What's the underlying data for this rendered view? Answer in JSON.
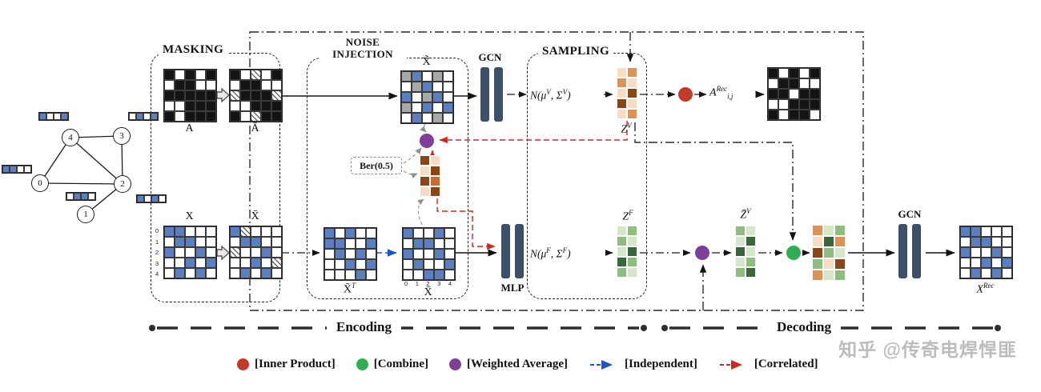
{
  "colors": {
    "accent_blue_arrow": "#1a56c4",
    "accent_red_arrow": "#cc2a1e",
    "circle_inner_product": "#c23a28",
    "circle_combine": "#2fae55",
    "circle_weighted_avg": "#7d3f98",
    "bar_block": "#3c5068",
    "watermark": "#bcbcbc"
  },
  "cell_colors": {
    "k": "#141414",
    "w": "#ffffff",
    "u": "#5b7fbf",
    "g": "#a8a8a8",
    "o1": "#f6dcc2",
    "o2": "#dd9356",
    "o3": "#8a4715",
    "o4": "#c96b2e",
    "g1": "#d5e7c9",
    "g2": "#8fbc7f",
    "g3": "#39663a"
  },
  "stages": {
    "masking": "MASKING",
    "noise_injection_line1": "NOISE",
    "noise_injection_line2": "INJECTION",
    "sampling": "SAMPLING"
  },
  "blocks": {
    "gcn_encoder": "GCN",
    "mlp": "MLP",
    "gcn_decoder": "GCN"
  },
  "labels": {
    "A": "A",
    "A_masked": "Ā",
    "X": "X",
    "X_masked": "X̄",
    "X_noised": "X̃",
    "X_masked_T": "X̄^{T}",
    "X_masked_2": "X̄",
    "ber": "Ber(0.5)",
    "dist_v": "N(μ^{V}, Σ^{V})",
    "dist_f": "N(μ^{F}, Σ^{F})",
    "Z_v": "Z^{V}",
    "Z_f": "Z^{F}",
    "Z_v_bar": "Z̄^{V}",
    "A_rec": "A^{Rec}_{i,j}",
    "X_rec": "X^{Rec}"
  },
  "axis": {
    "rows": [
      "0",
      "1",
      "2",
      "3",
      "4"
    ],
    "cols": [
      "0",
      "1",
      "2",
      "3",
      "4"
    ]
  },
  "graph": {
    "nodes": [
      "0",
      "1",
      "2",
      "3",
      "4"
    ]
  },
  "phases": {
    "encoding": "Encoding",
    "decoding": "Decoding"
  },
  "legend": {
    "items": [
      {
        "type": "circle",
        "color": "#c23a28",
        "label": "[Inner Product]"
      },
      {
        "type": "circle",
        "color": "#2fae55",
        "label": "[Combine]"
      },
      {
        "type": "circle",
        "color": "#7d3f98",
        "label": "[Weighted Average]"
      },
      {
        "type": "arrow",
        "color": "#1a56c4",
        "label": "[Independent]"
      },
      {
        "type": "arrow",
        "color": "#cc2a1e",
        "label": "[Correlated]"
      }
    ]
  },
  "watermark": "知乎 @传奇电焊悍匪",
  "matrices": {
    "A": [
      [
        "k",
        "w",
        "k",
        "w",
        "k"
      ],
      [
        "w",
        "k",
        "k",
        "w",
        "w"
      ],
      [
        "k",
        "k",
        "k",
        "k",
        "k"
      ],
      [
        "w",
        "w",
        "k",
        "k",
        "k"
      ],
      [
        "k",
        "w",
        "k",
        "k",
        "k"
      ]
    ],
    "A_masked": [
      [
        "k",
        "w",
        "h",
        "w",
        "k"
      ],
      [
        "w",
        "k",
        "k",
        "w",
        "w"
      ],
      [
        "h",
        "k",
        "k",
        "k",
        "h"
      ],
      [
        "w",
        "w",
        "k",
        "k",
        "k"
      ],
      [
        "k",
        "w",
        "h",
        "k",
        "k"
      ]
    ],
    "X": [
      [
        "u",
        "u",
        "w",
        "w",
        "w"
      ],
      [
        "w",
        "u",
        "u",
        "w",
        "w"
      ],
      [
        "u",
        "w",
        "w",
        "u",
        "w"
      ],
      [
        "w",
        "w",
        "u",
        "w",
        "u"
      ],
      [
        "w",
        "u",
        "w",
        "u",
        "w"
      ]
    ],
    "X_masked": [
      [
        "u",
        "h",
        "w",
        "w",
        "w"
      ],
      [
        "w",
        "u",
        "u",
        "w",
        "w"
      ],
      [
        "h",
        "w",
        "w",
        "u",
        "w"
      ],
      [
        "w",
        "w",
        "u",
        "w",
        "h"
      ],
      [
        "w",
        "u",
        "w",
        "u",
        "w"
      ]
    ],
    "X_noised": [
      [
        "g",
        "u",
        "w",
        "g",
        "w"
      ],
      [
        "w",
        "g",
        "u",
        "w",
        "w"
      ],
      [
        "u",
        "w",
        "g",
        "u",
        "w"
      ],
      [
        "g",
        "w",
        "u",
        "w",
        "u"
      ],
      [
        "w",
        "u",
        "w",
        "g",
        "w"
      ]
    ],
    "X_masked_T": [
      [
        "u",
        "w",
        "u",
        "w",
        "w"
      ],
      [
        "u",
        "u",
        "w",
        "w",
        "u"
      ],
      [
        "w",
        "u",
        "w",
        "u",
        "w"
      ],
      [
        "w",
        "w",
        "u",
        "w",
        "u"
      ],
      [
        "w",
        "w",
        "w",
        "u",
        "w"
      ]
    ],
    "X_masked_2": [
      [
        "u",
        "w",
        "w",
        "u",
        "w"
      ],
      [
        "w",
        "u",
        "u",
        "w",
        "w"
      ],
      [
        "u",
        "w",
        "w",
        "u",
        "w"
      ],
      [
        "w",
        "u",
        "w",
        "w",
        "u"
      ],
      [
        "w",
        "w",
        "u",
        "u",
        "w"
      ]
    ],
    "ber_noise": [
      [
        "o3",
        "o1"
      ],
      [
        "o1",
        "o3"
      ],
      [
        "o3",
        "o4"
      ],
      [
        "o1",
        "o3"
      ]
    ],
    "Z_v": [
      [
        "o1",
        "o2"
      ],
      [
        "o2",
        "o1"
      ],
      [
        "o1",
        "o3"
      ],
      [
        "o3",
        "o1"
      ],
      [
        "o1",
        "o2"
      ]
    ],
    "Z_f": [
      [
        "g1",
        "g2"
      ],
      [
        "g2",
        "g1"
      ],
      [
        "g1",
        "g3"
      ],
      [
        "g3",
        "g2"
      ],
      [
        "g2",
        "g1"
      ]
    ],
    "Z_v_bar": [
      [
        "g2",
        "g1"
      ],
      [
        "g1",
        "g3"
      ],
      [
        "g3",
        "g1"
      ],
      [
        "g1",
        "g2"
      ],
      [
        "g2",
        "g3"
      ]
    ],
    "combined": [
      [
        "o2",
        "g1",
        "g2"
      ],
      [
        "o1",
        "g3",
        "o2"
      ],
      [
        "o3",
        "g2",
        "g1"
      ],
      [
        "g2",
        "o1",
        "o3"
      ],
      [
        "o2",
        "g1",
        "g2"
      ]
    ],
    "A_rec": [
      [
        "k",
        "w",
        "k",
        "w",
        "k"
      ],
      [
        "w",
        "k",
        "k",
        "w",
        "w"
      ],
      [
        "k",
        "k",
        "w",
        "k",
        "k"
      ],
      [
        "w",
        "w",
        "k",
        "k",
        "k"
      ],
      [
        "k",
        "w",
        "k",
        "k",
        "w"
      ]
    ],
    "X_rec": [
      [
        "u",
        "u",
        "w",
        "w",
        "w"
      ],
      [
        "w",
        "u",
        "u",
        "w",
        "w"
      ],
      [
        "u",
        "w",
        "w",
        "u",
        "w"
      ],
      [
        "w",
        "w",
        "u",
        "w",
        "u"
      ],
      [
        "w",
        "u",
        "w",
        "u",
        "w"
      ]
    ],
    "strip_0": [
      [
        "u",
        "u",
        "w",
        "w"
      ]
    ],
    "strip_1": [
      [
        "w",
        "u",
        "u",
        "w"
      ]
    ],
    "strip_2": [
      [
        "u",
        "w",
        "u",
        "w"
      ]
    ],
    "strip_3": [
      [
        "w",
        "u",
        "w",
        "u"
      ]
    ],
    "strip_4": [
      [
        "u",
        "w",
        "w",
        "u"
      ]
    ]
  }
}
